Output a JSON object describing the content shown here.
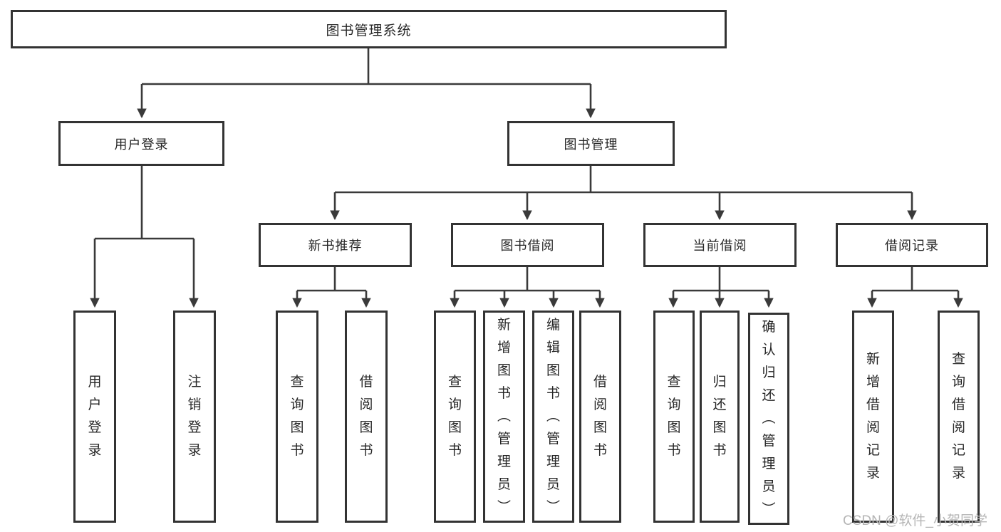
{
  "nodes": {
    "root": {
      "label": "图书管理系统"
    },
    "level2": [
      {
        "id": "user-login",
        "label": "用户登录"
      },
      {
        "id": "book-management",
        "label": "图书管理"
      }
    ],
    "level3": [
      {
        "id": "new-book-recommend",
        "label": "新书推荐"
      },
      {
        "id": "book-borrowing",
        "label": "图书借阅"
      },
      {
        "id": "current-borrowing",
        "label": "当前借阅"
      },
      {
        "id": "borrowing-records",
        "label": "借阅记录"
      }
    ],
    "leaves": [
      {
        "id": "user-login-leaf",
        "label": "用户登录"
      },
      {
        "id": "logout",
        "label": "注销登录"
      },
      {
        "id": "query-books-recommend",
        "label": "查询图书"
      },
      {
        "id": "borrow-books-recommend",
        "label": "借阅图书"
      },
      {
        "id": "query-books-borrowing",
        "label": "查询图书"
      },
      {
        "id": "add-books-admin",
        "label": "新增图书（管理员）"
      },
      {
        "id": "edit-books-admin",
        "label": "编辑图书（管理员）"
      },
      {
        "id": "borrow-books-borrowing",
        "label": "借阅图书"
      },
      {
        "id": "query-books-current",
        "label": "查询图书"
      },
      {
        "id": "return-books",
        "label": "归还图书"
      },
      {
        "id": "confirm-return-admin",
        "label": "确认归还（管理员）"
      },
      {
        "id": "add-borrow-record",
        "label": "新增借阅记录"
      },
      {
        "id": "query-borrow-record",
        "label": "查询借阅记录"
      }
    ]
  },
  "watermark": "CSDN @软件_小贺同学",
  "colors": {
    "line": "#3a3a3a",
    "border": "#333333",
    "text": "#262626",
    "watermark": "#b5b5b5",
    "background": "#ffffff"
  }
}
